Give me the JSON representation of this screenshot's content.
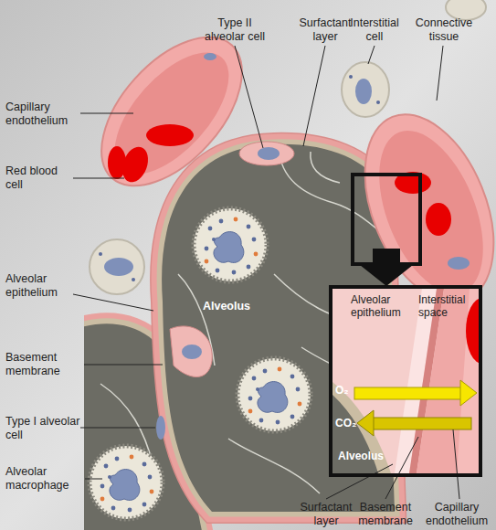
{
  "diagram": {
    "nodes": [
      {
        "text": [
          "Alveolar epithelium",
          "Interstitial space",
          "O₂",
          "CO₂",
          "Alveolus"
        ]
      }
    ],
    "labels": [
      "Type II alveolar cell",
      "Surfactant layer",
      "Interstitial cell",
      "Connective tissue",
      "Capillary endothelium",
      "Red blood cell",
      "Alveolar epithelium",
      "Basement membrane",
      "Type I alveolar cell",
      "Alveolar macrophage",
      "Alveolus",
      "Surfactant layer",
      "Basement membrane",
      "Capillary endothelium"
    ]
  }
}
